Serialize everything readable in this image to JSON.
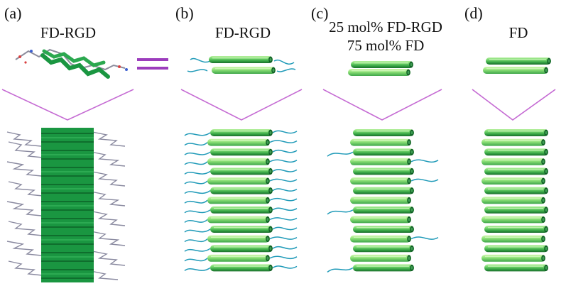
{
  "panels": [
    {
      "label": "(a)",
      "title": "FD-RGD"
    },
    {
      "label": "(b)",
      "title": "FD-RGD"
    },
    {
      "label": "(c)",
      "title_line1": "25 mol% FD-RGD",
      "title_line2": "75 mol% FD"
    },
    {
      "label": "(d)",
      "title": "FD"
    }
  ],
  "symbols": {
    "equals": "="
  },
  "colors": {
    "rod_dark": "#1f7a34",
    "rod_light": "#8ee07e",
    "rod_end": "#0d5c22",
    "tail": "#1f9ab8",
    "connector": "#c56bd3",
    "equals": "#9c3dbd",
    "md_green": "#1a9641",
    "md_gray": "#8c8c9c"
  }
}
